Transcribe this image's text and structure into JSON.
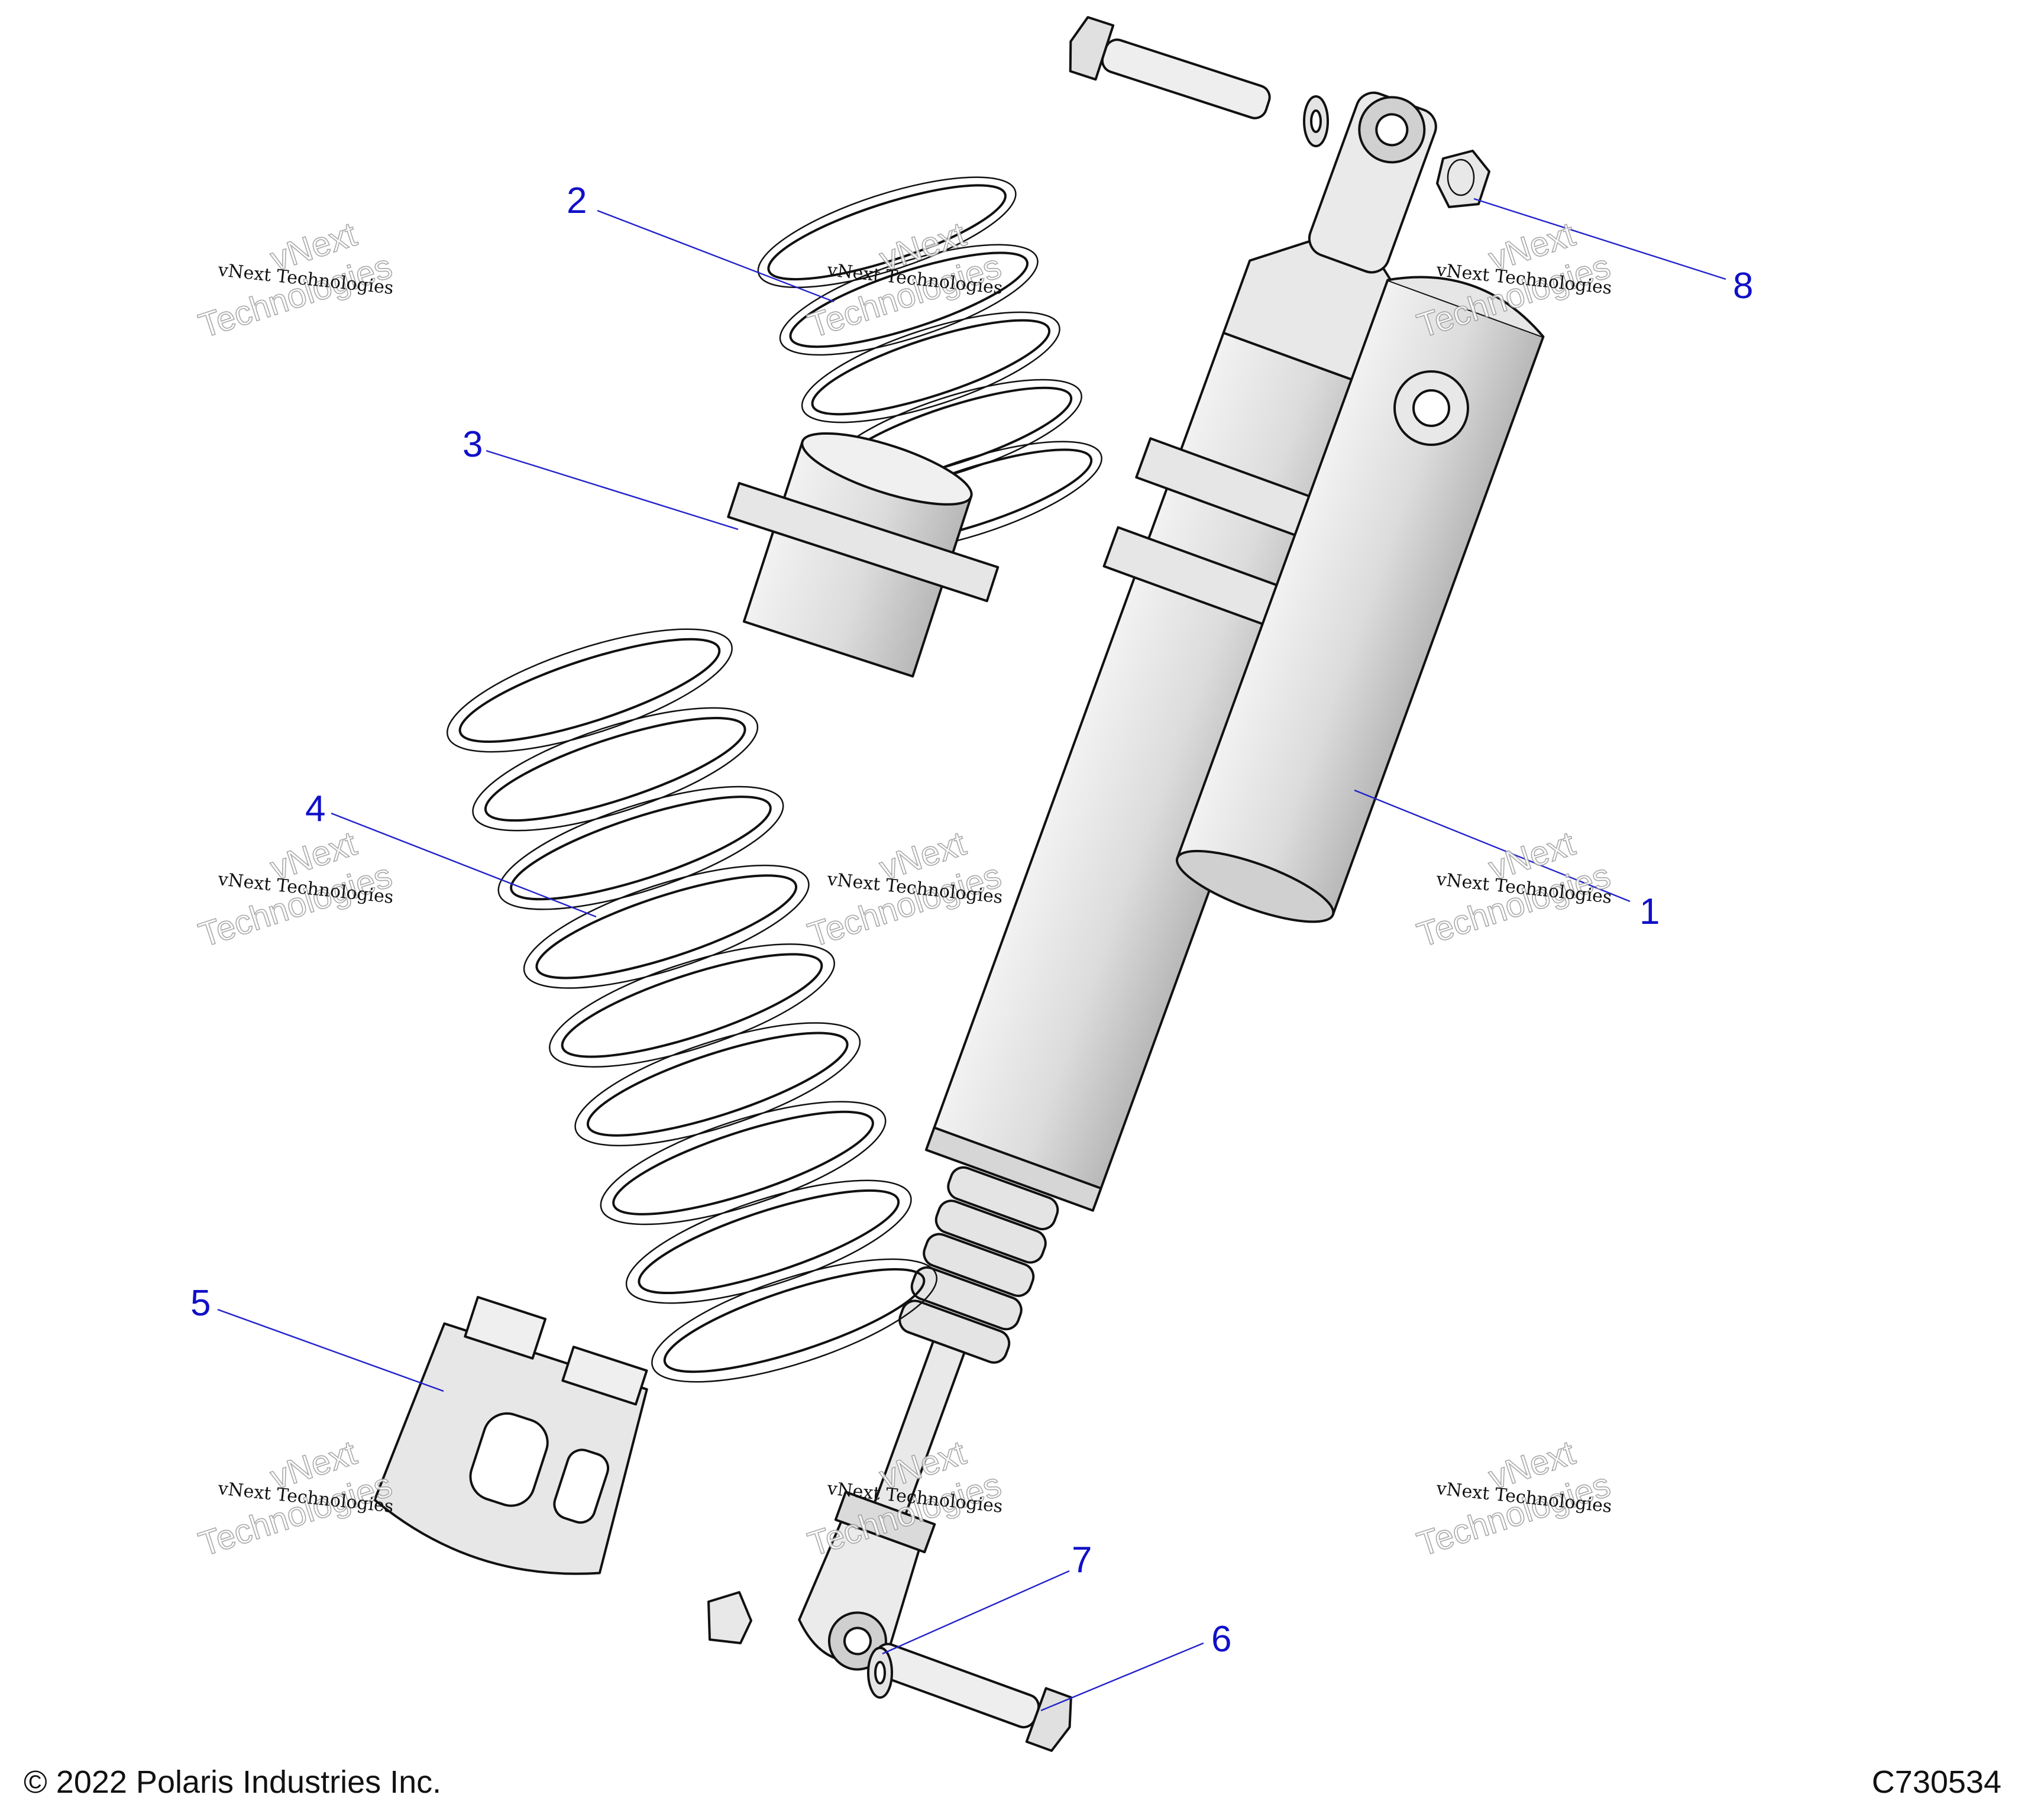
{
  "callouts": [
    {
      "label": "1"
    },
    {
      "label": "2"
    },
    {
      "label": "3"
    },
    {
      "label": "4"
    },
    {
      "label": "5"
    },
    {
      "label": "6"
    },
    {
      "label": "7"
    },
    {
      "label": "8"
    }
  ],
  "watermark": {
    "line1": "vNext Technologies",
    "line2": "vNext",
    "line3": "Technologies"
  },
  "footer": {
    "copyright": "© 2022 Polaris Industries Inc.",
    "figure_code": "C730534"
  },
  "colors": {
    "callout_text": "#1010c8",
    "leader_line": "#2222cc",
    "part_fill": "#e3e3e3",
    "part_shade": "#bdbdbd"
  }
}
